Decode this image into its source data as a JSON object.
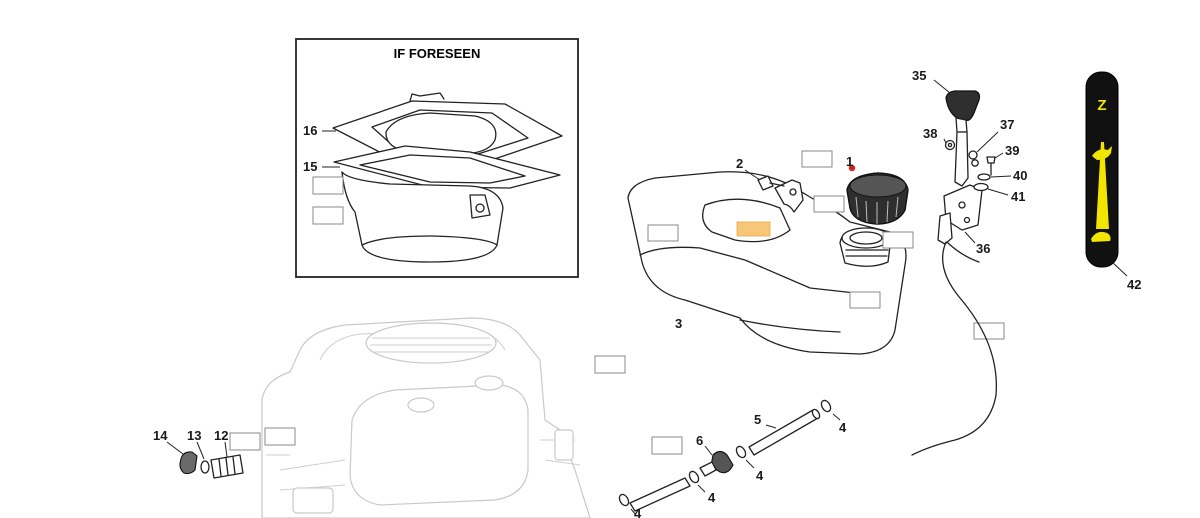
{
  "inset": {
    "title": "IF FORESEEN"
  },
  "callouts": {
    "c1": "1",
    "c2": "2",
    "c3": "3",
    "c4a": "4",
    "c4b": "4",
    "c4c": "4",
    "c4d": "4",
    "c5": "5",
    "c6": "6",
    "c12": "12",
    "c13": "13",
    "c14": "14",
    "c15": "15",
    "c16": "16",
    "c35": "35",
    "c36": "36",
    "c37": "37",
    "c38": "38",
    "c39": "39",
    "c40": "40",
    "c41": "41",
    "c42": "42"
  },
  "colors": {
    "line": "#222222",
    "ghost_line": "#c9c9c9",
    "highlight": "#f7c777",
    "red_marker": "#d62020",
    "throttle_plate": "#111111",
    "throttle_accent": "#f2e600"
  },
  "icons": {
    "throttle_top": "choke-icon",
    "throttle_fast": "hare-icon",
    "throttle_slow": "tortoise-icon"
  }
}
